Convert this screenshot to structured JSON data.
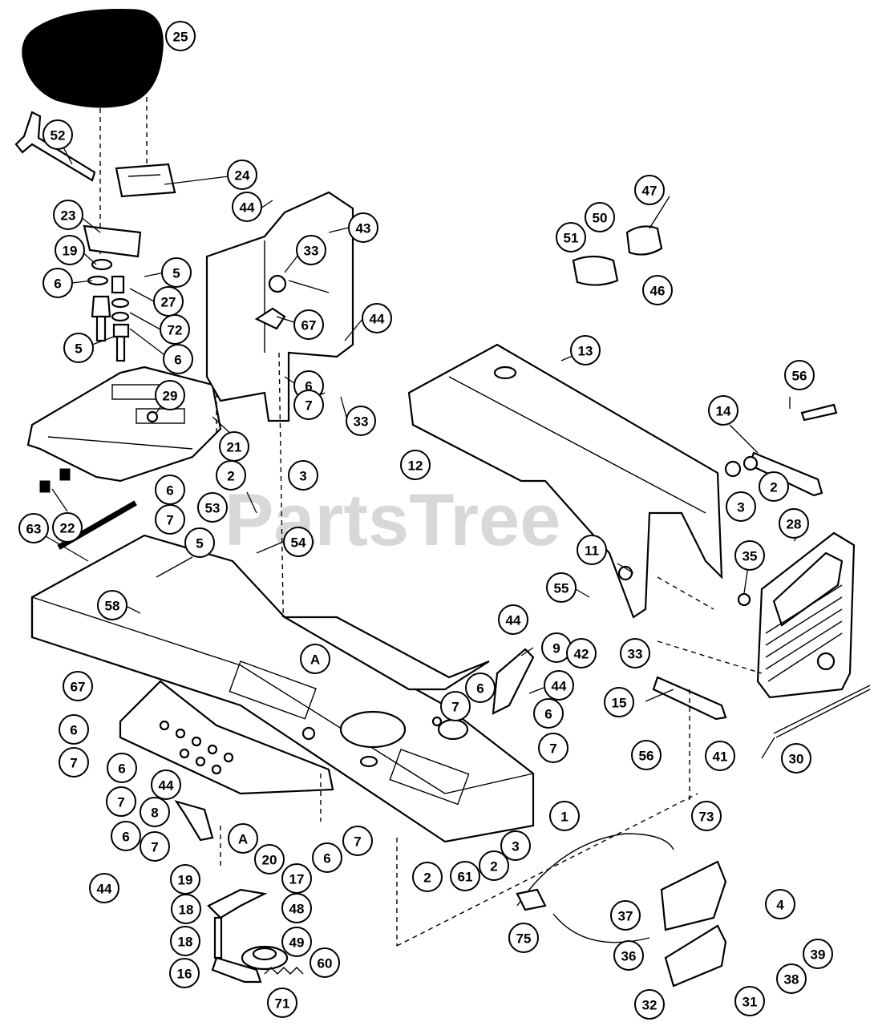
{
  "watermark": {
    "text": "PartsTree",
    "tm": "™"
  },
  "callouts": [
    {
      "id": "c25",
      "label": "25"
    },
    {
      "id": "c52",
      "label": "52"
    },
    {
      "id": "c24",
      "label": "24"
    },
    {
      "id": "c23",
      "label": "23"
    },
    {
      "id": "c19a",
      "label": "19"
    },
    {
      "id": "c5a",
      "label": "5"
    },
    {
      "id": "c6a",
      "label": "6"
    },
    {
      "id": "c27",
      "label": "27"
    },
    {
      "id": "c72",
      "label": "72"
    },
    {
      "id": "c5b",
      "label": "5"
    },
    {
      "id": "c6b",
      "label": "6"
    },
    {
      "id": "c44a",
      "label": "44"
    },
    {
      "id": "c43",
      "label": "43"
    },
    {
      "id": "c33a",
      "label": "33"
    },
    {
      "id": "c67a",
      "label": "67"
    },
    {
      "id": "c44b",
      "label": "44"
    },
    {
      "id": "c6c",
      "label": "6"
    },
    {
      "id": "c7a",
      "label": "7"
    },
    {
      "id": "c33b",
      "label": "33"
    },
    {
      "id": "c47",
      "label": "47"
    },
    {
      "id": "c50",
      "label": "50"
    },
    {
      "id": "c51",
      "label": "51"
    },
    {
      "id": "c46",
      "label": "46"
    },
    {
      "id": "c13",
      "label": "13"
    },
    {
      "id": "c56a",
      "label": "56"
    },
    {
      "id": "c14",
      "label": "14"
    },
    {
      "id": "c2a",
      "label": "2"
    },
    {
      "id": "c3a",
      "label": "3"
    },
    {
      "id": "c29",
      "label": "29"
    },
    {
      "id": "c21",
      "label": "21"
    },
    {
      "id": "c2b",
      "label": "2"
    },
    {
      "id": "c3b",
      "label": "3"
    },
    {
      "id": "c12",
      "label": "12"
    },
    {
      "id": "c6d",
      "label": "6"
    },
    {
      "id": "c7b",
      "label": "7"
    },
    {
      "id": "c22",
      "label": "22"
    },
    {
      "id": "c53",
      "label": "53"
    },
    {
      "id": "c63",
      "label": "63"
    },
    {
      "id": "c5c",
      "label": "5"
    },
    {
      "id": "c54",
      "label": "54"
    },
    {
      "id": "c28",
      "label": "28"
    },
    {
      "id": "c11",
      "label": "11"
    },
    {
      "id": "c35",
      "label": "35"
    },
    {
      "id": "c55",
      "label": "55"
    },
    {
      "id": "c58",
      "label": "58"
    },
    {
      "id": "cA1",
      "label": "A"
    },
    {
      "id": "c44c",
      "label": "44"
    },
    {
      "id": "c9",
      "label": "9"
    },
    {
      "id": "c42",
      "label": "42"
    },
    {
      "id": "c33c",
      "label": "33"
    },
    {
      "id": "c6e",
      "label": "6"
    },
    {
      "id": "c44d",
      "label": "44"
    },
    {
      "id": "c7c",
      "label": "7"
    },
    {
      "id": "c6f",
      "label": "6"
    },
    {
      "id": "c7d",
      "label": "7"
    },
    {
      "id": "c15",
      "label": "15"
    },
    {
      "id": "c67b",
      "label": "67"
    },
    {
      "id": "c6g",
      "label": "6"
    },
    {
      "id": "c7e",
      "label": "7"
    },
    {
      "id": "c56b",
      "label": "56"
    },
    {
      "id": "c41",
      "label": "41"
    },
    {
      "id": "c30",
      "label": "30"
    },
    {
      "id": "c6h",
      "label": "6"
    },
    {
      "id": "c44e",
      "label": "44"
    },
    {
      "id": "c7f",
      "label": "7"
    },
    {
      "id": "c8",
      "label": "8"
    },
    {
      "id": "c6i",
      "label": "6"
    },
    {
      "id": "c7g",
      "label": "7"
    },
    {
      "id": "c1",
      "label": "1"
    },
    {
      "id": "c6j",
      "label": "6"
    },
    {
      "id": "c7h",
      "label": "7"
    },
    {
      "id": "cA2",
      "label": "A"
    },
    {
      "id": "c73",
      "label": "73"
    },
    {
      "id": "c3c",
      "label": "3"
    },
    {
      "id": "c2c",
      "label": "2"
    },
    {
      "id": "c61",
      "label": "61"
    },
    {
      "id": "c2d",
      "label": "2"
    },
    {
      "id": "c44f",
      "label": "44"
    },
    {
      "id": "c20",
      "label": "20"
    },
    {
      "id": "c19b",
      "label": "19"
    },
    {
      "id": "c17",
      "label": "17"
    },
    {
      "id": "c18a",
      "label": "18"
    },
    {
      "id": "c48",
      "label": "48"
    },
    {
      "id": "c4",
      "label": "4"
    },
    {
      "id": "c37",
      "label": "37"
    },
    {
      "id": "c75",
      "label": "75"
    },
    {
      "id": "c18b",
      "label": "18"
    },
    {
      "id": "c49",
      "label": "49"
    },
    {
      "id": "c39",
      "label": "39"
    },
    {
      "id": "c36",
      "label": "36"
    },
    {
      "id": "c60",
      "label": "60"
    },
    {
      "id": "c38",
      "label": "38"
    },
    {
      "id": "c16",
      "label": "16"
    },
    {
      "id": "c31",
      "label": "31"
    },
    {
      "id": "c32",
      "label": "32"
    },
    {
      "id": "c71",
      "label": "71"
    }
  ]
}
